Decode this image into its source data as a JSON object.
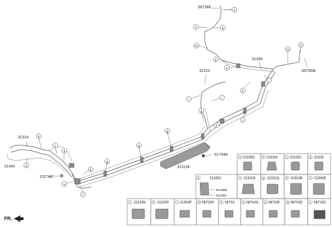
{
  "diagram": {
    "part_labels": {
      "l_58736k": "58736K",
      "l_31340_top": "31340",
      "l_58735m": "58735M",
      "l_31310_mid": "31310",
      "l_31310_left": "31310",
      "l_31340_left": "31340",
      "l_1327ac": "1327AC",
      "l_31315f": "31315F",
      "l_81794a": "81794A",
      "l_fr": "FR."
    },
    "callouts": {
      "c_n_top": "n",
      "c_n_left": "n",
      "c_q": "q",
      "c_m_left": "m",
      "c_p": "p",
      "c_o": "o",
      "c_m_right": "m",
      "c_n_right": "n",
      "c_i_right": "i",
      "c_k": "k",
      "c_i_mid": "i",
      "c_l_mid": "l",
      "c_g_mid": "g",
      "c_h": "h",
      "c_j": "j",
      "c_g_center": "g",
      "c_g_low": "g",
      "c_g_left": "g",
      "c_b_left": "b",
      "c_c_left": "c",
      "c_d_left": "d",
      "c_a_left": "a",
      "c_b_low": "b",
      "c_e": "e",
      "c_f": "f"
    },
    "table": {
      "row1": [
        {
          "letter": "a",
          "code": "31335D"
        },
        {
          "letter": "b",
          "code": "31334J"
        },
        {
          "letter": "c",
          "code": "31336C"
        },
        {
          "letter": "d",
          "code": "31326"
        }
      ],
      "row2_e": {
        "letter": "e",
        "code": "31325C",
        "sub1": "31129M",
        "sub2": "31126D"
      },
      "row2": [
        {
          "letter": "f",
          "code": "31331R"
        },
        {
          "letter": "g",
          "code": "31331Q"
        },
        {
          "letter": "h",
          "code": "31353B"
        },
        {
          "letter": "i",
          "code": "31365B"
        }
      ],
      "row3": [
        {
          "letter": "j",
          "code": "31332N"
        },
        {
          "letter": "k",
          "code": "31332P"
        },
        {
          "letter": "l",
          "code": "31359P"
        },
        {
          "letter": "m",
          "code": "58752H"
        },
        {
          "letter": "n",
          "code": "58753"
        },
        {
          "letter": "o",
          "code": "58753G"
        },
        {
          "letter": "p",
          "code": "58753F"
        },
        {
          "letter": "q",
          "code": "58753D"
        },
        {
          "letter": "r",
          "code": "58723C"
        }
      ]
    }
  }
}
